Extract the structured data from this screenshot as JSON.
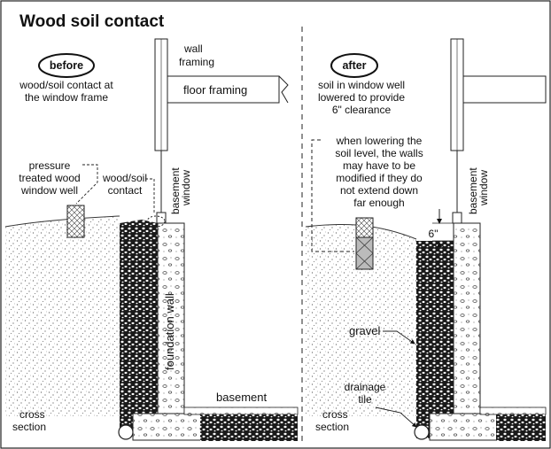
{
  "title": "Wood soil contact",
  "before": {
    "pill": "before",
    "caption": [
      "wood/soil contact at",
      "the window frame"
    ],
    "wall_framing": [
      "wall",
      "framing"
    ],
    "floor_framing": "floor framing",
    "pressure_treated": [
      "pressure",
      "treated wood",
      "window well"
    ],
    "wood_soil_contact": [
      "wood/soil",
      "contact"
    ],
    "basement_window": [
      "basement",
      "window"
    ],
    "foundation_wall": "foundation wall",
    "basement": "basement",
    "cross_section": [
      "cross",
      "section"
    ]
  },
  "after": {
    "pill": "after",
    "caption": [
      "soil in window well",
      "lowered to provide",
      "6\" clearance"
    ],
    "note": [
      "when lowering the",
      "soil level, the walls",
      "may have to be",
      "modified if they do",
      "not extend down",
      "far enough"
    ],
    "clearance": "6\"",
    "basement_window": [
      "basement",
      "window"
    ],
    "gravel": "gravel",
    "drainage_tile": [
      "drainage",
      "tile"
    ],
    "cross_section": [
      "cross",
      "section"
    ]
  }
}
